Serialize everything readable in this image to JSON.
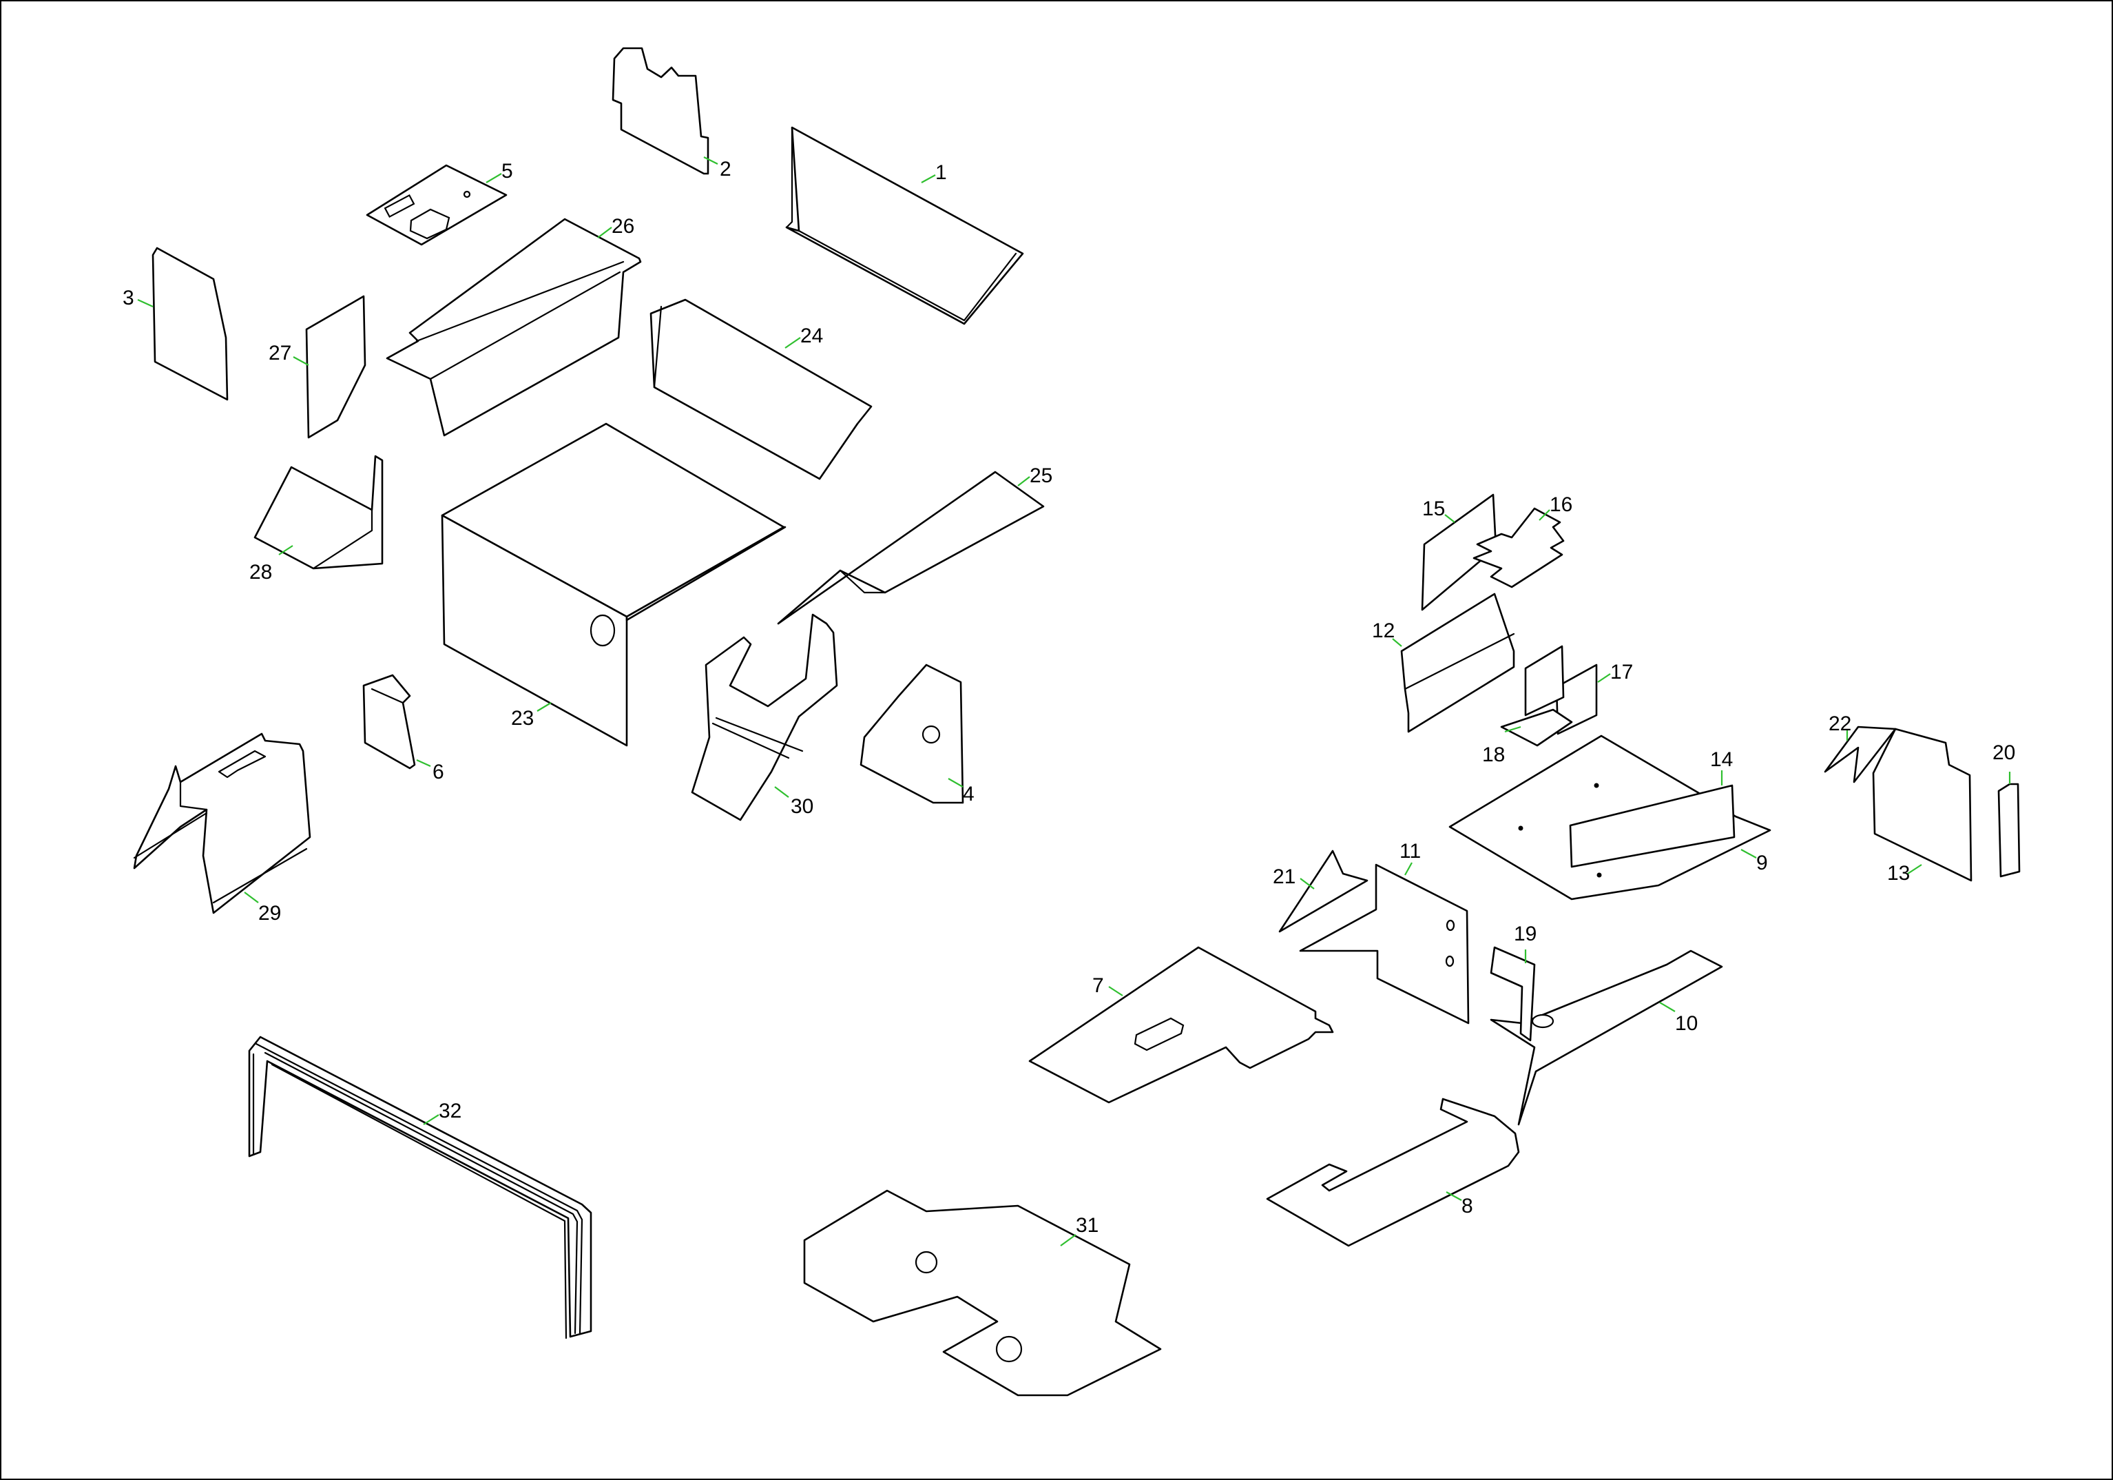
{
  "callouts": {
    "p1": "1",
    "p2": "2",
    "p3": "3",
    "p4": "4",
    "p5": "5",
    "p6": "6",
    "p7": "7",
    "p8": "8",
    "p9": "9",
    "p10": "10",
    "p11": "11",
    "p12": "12",
    "p13": "13",
    "p14": "14",
    "p15": "15",
    "p16": "16",
    "p17": "17",
    "p18": "18",
    "p19": "19",
    "p20": "20",
    "p21": "21",
    "p22": "22",
    "p23": "23",
    "p24": "24",
    "p25": "25",
    "p26": "26",
    "p27": "27",
    "p28": "28",
    "p29": "29",
    "p30": "30",
    "p31": "31",
    "p32": "32"
  },
  "colors": {
    "line": "#000000",
    "leader": "#2fbf2f",
    "background": "#ffffff"
  }
}
